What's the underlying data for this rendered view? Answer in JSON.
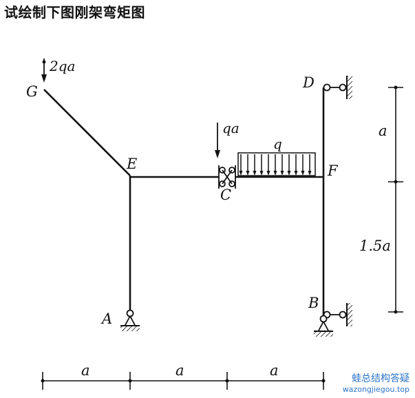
{
  "title": "试绘制下图刚架弯矩图",
  "nodes": {
    "G": "G",
    "E": "E",
    "A": "A",
    "C": "C",
    "F": "F",
    "D": "D",
    "B": "B"
  },
  "loads": {
    "point_G": "2qa",
    "point_C": "qa",
    "distributed": "q"
  },
  "dimensions": {
    "bottom": [
      "a",
      "a",
      "a"
    ],
    "right": [
      "a",
      "1.5a"
    ]
  },
  "watermark": {
    "name": "蛙总结构答疑",
    "url": "wazongjiegou.top"
  }
}
